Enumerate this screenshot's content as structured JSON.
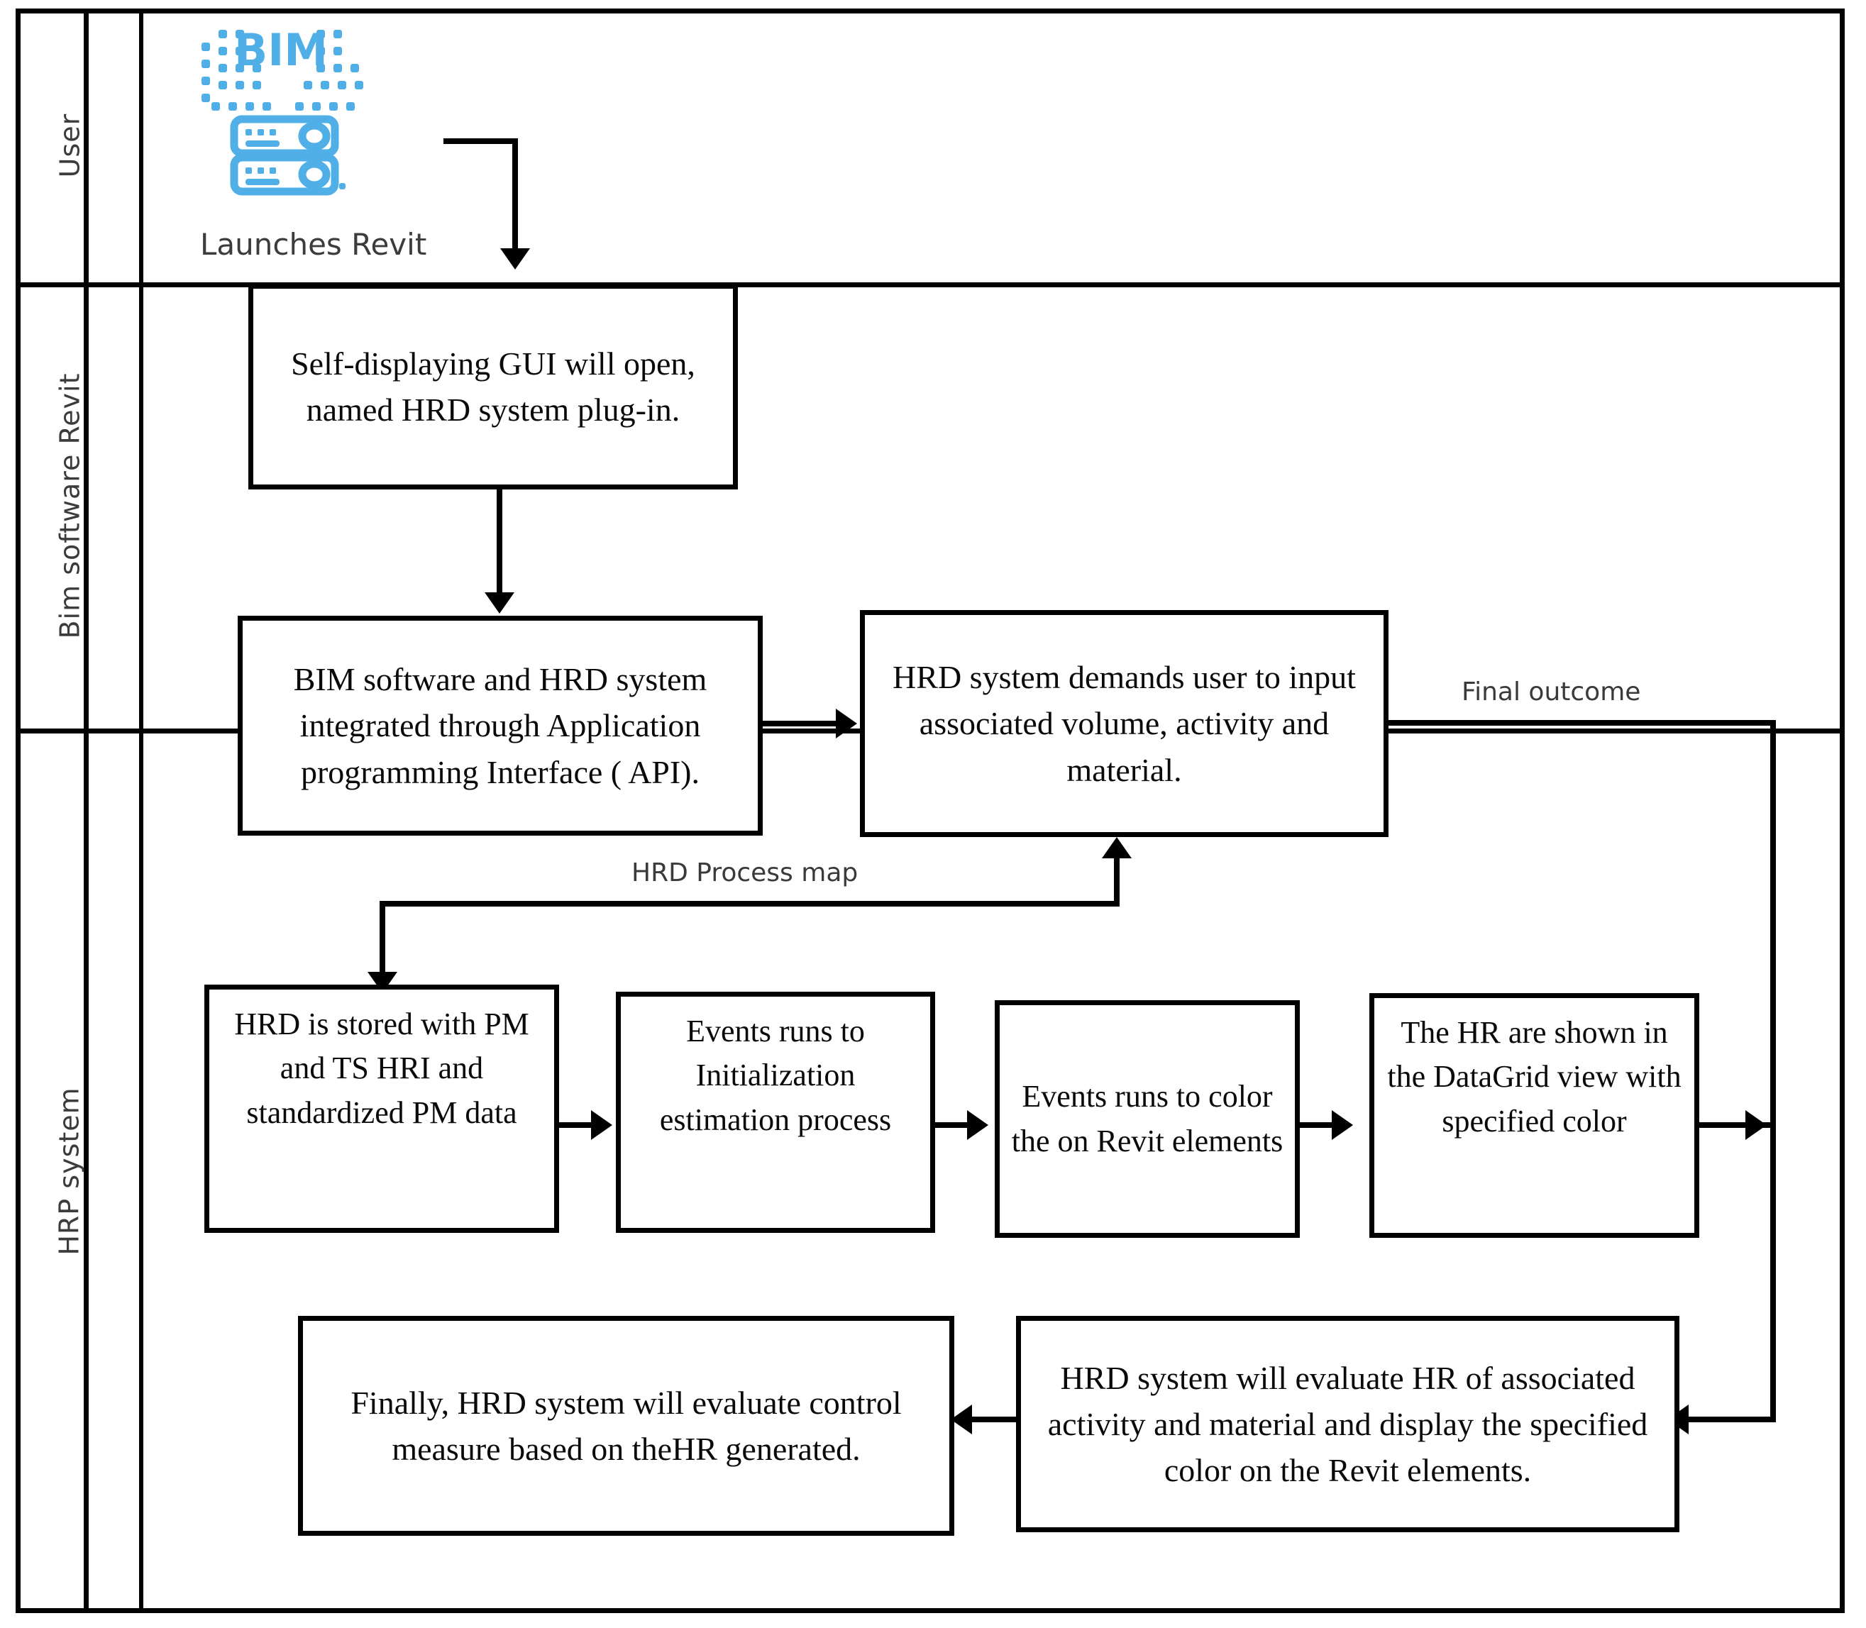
{
  "diagram": {
    "title_visible": false,
    "accent_color": "#4FAFE6",
    "line_color": "#000000",
    "text_color": "#0a0a0a",
    "label_color": "#3c3c3c"
  },
  "lanes": [
    {
      "id": "lane-user",
      "label": "User"
    },
    {
      "id": "lane-bim",
      "label": "Bim software Revit"
    },
    {
      "id": "lane-hrp",
      "label": "HRP system"
    }
  ],
  "icons": {
    "bim_icon": "bim-server-icon",
    "bim_icon_text": "BIM"
  },
  "captions": {
    "launches_revit": "Launches Revit"
  },
  "boxes": [
    {
      "id": "box-gui",
      "text": "Self-displaying GUI will open, named HRD system plug-in."
    },
    {
      "id": "box-api",
      "text": "BIM software and HRD system integrated through Application programming Interface ( API)."
    },
    {
      "id": "box-demands",
      "text": "HRD system demands user to input associated volume, activity and material."
    },
    {
      "id": "box-stored",
      "text": "HRD is stored with PM and TS HRI and standardized PM data"
    },
    {
      "id": "box-init",
      "text": "Events runs to Initialization estimation process"
    },
    {
      "id": "box-color",
      "text": "Events runs to color the  on Revit elements"
    },
    {
      "id": "box-datagrid",
      "text": "The HR are shown in the DataGrid view with specified color"
    },
    {
      "id": "box-evaluate",
      "text": "HRD system will evaluate HR of associated activity and material and display the specified color on the Revit elements."
    },
    {
      "id": "box-final",
      "text": "Finally, HRD system will evaluate control measure based on theHR generated."
    }
  ],
  "flow_labels": [
    {
      "id": "label-final-outcome",
      "text": "Final outcome"
    },
    {
      "id": "label-hrd-process-map",
      "text": "HRD Process map"
    }
  ]
}
